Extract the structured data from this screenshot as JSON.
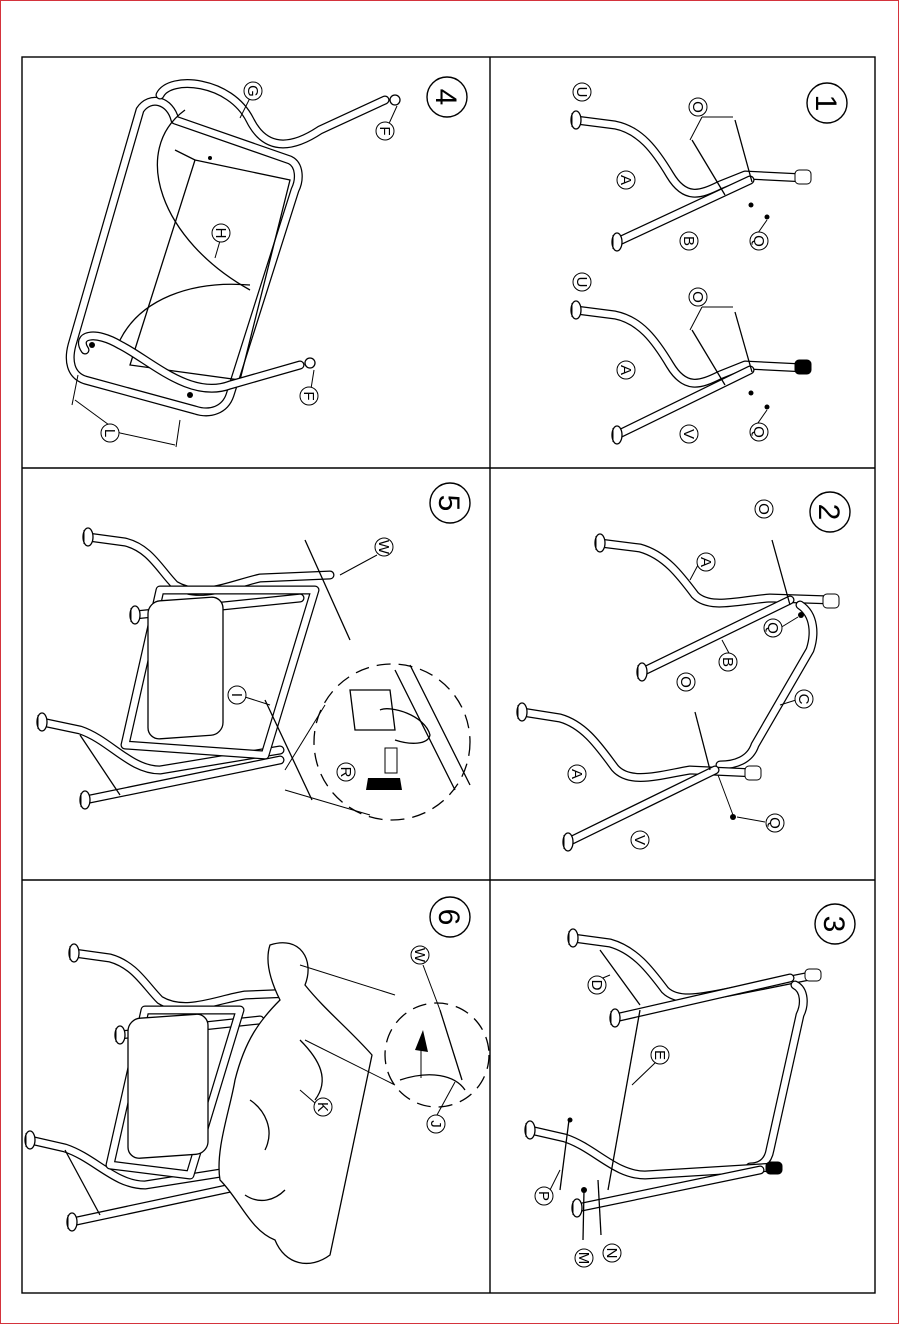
{
  "panels": [
    {
      "step": "4",
      "labels": [
        "G",
        "F",
        "H",
        "F",
        "L"
      ]
    },
    {
      "step": "1",
      "labels": [
        "U",
        "O",
        "A",
        "B",
        "Q",
        "U",
        "O",
        "A",
        "V",
        "Q"
      ]
    },
    {
      "step": "5",
      "labels": [
        "W",
        "I",
        "R"
      ]
    },
    {
      "step": "2",
      "labels": [
        "O",
        "A",
        "Q",
        "B",
        "C",
        "O",
        "A",
        "V",
        "Q"
      ]
    },
    {
      "step": "6",
      "labels": [
        "W",
        "K",
        "J"
      ]
    },
    {
      "step": "3",
      "labels": [
        "D",
        "E",
        "P",
        "M",
        "N"
      ]
    }
  ],
  "colors": {
    "frame": "#d4333c",
    "ink": "#000000",
    "paper": "#ffffff"
  }
}
